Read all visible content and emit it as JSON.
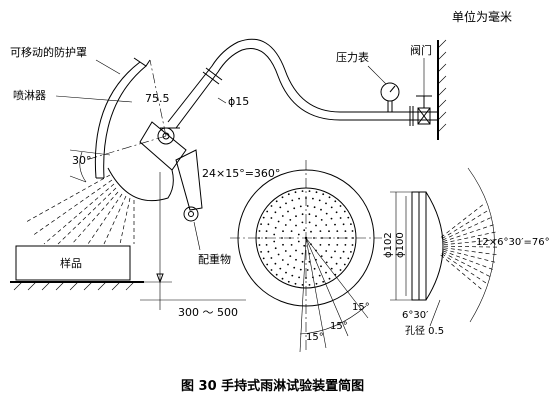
{
  "unit_note": "单位为毫米",
  "caption": "图 30 手持式雨淋试验装置简图",
  "labels": {
    "movable_shield": "可移动的防护罩",
    "nozzle": "喷淋器",
    "pressure_gauge": "压力表",
    "valve": "阀门",
    "sample": "样品",
    "counterweight": "配重物",
    "hole_diameter": "孔径 0.5"
  },
  "dimensions": {
    "arm_length": "75.5",
    "pipe_diameter": "ϕ15",
    "spray_angle": "30°",
    "distance_range": "300 ～ 500",
    "holes_count_angle": "24×15°=360°",
    "angle_15_a": "15°",
    "angle_15_b": "15°",
    "angle_15_c": "15°",
    "outer_diameter": "ϕ102",
    "inner_diameter": "ϕ100",
    "row_angle": "12×6°30′=76°",
    "angle_step": "6°30′"
  }
}
